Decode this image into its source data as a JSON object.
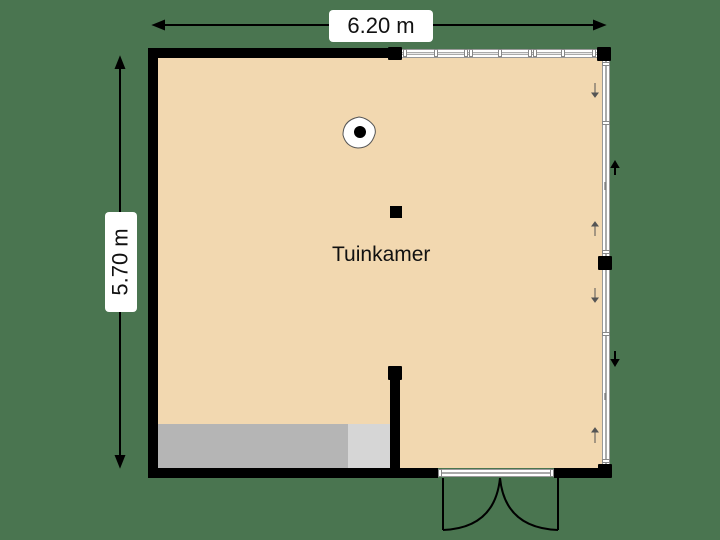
{
  "plan": {
    "background_color": "#4a7550",
    "floor_color": "#f2d8b0",
    "wall_color": "#000000"
  },
  "dimensions": {
    "width_label": "6.20 m",
    "height_label": "5.70 m"
  },
  "rooms": [
    {
      "name": "Tuinkamer"
    }
  ],
  "fixtures": {
    "counter_color": "#b5b5b5",
    "counter_end_color": "#d6d6d6",
    "ceiling_light": "ceiling-light-icon",
    "column": "column-icon"
  },
  "openings": {
    "top_sliding_window": "sliding-window",
    "right_sliding_doors": "sliding-door",
    "bottom_double_door": "double-door"
  }
}
